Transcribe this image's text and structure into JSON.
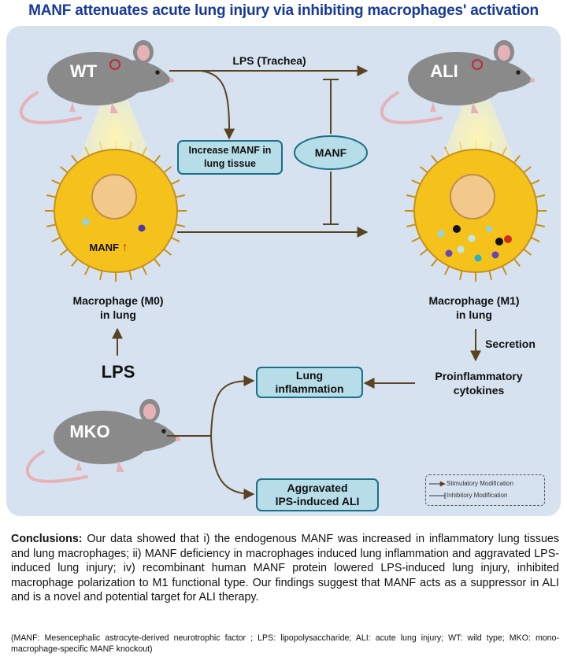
{
  "title": "MANF attenuates acute lung injury via inhibiting macrophages' activation",
  "nodes": {
    "wt_label": "WT",
    "ali_label": "ALI",
    "mko_label": "MKO",
    "lps_trachea": "LPS (Trachea)",
    "increase_manf": "Increase MANF in lung tissue",
    "manf_oval": "MANF",
    "manf_up": "MANF",
    "manf_up_arrow": "↑",
    "m0_line1": "Macrophage (M0)",
    "m0_line2": "in lung",
    "m1_line1": "Macrophage (M1)",
    "m1_line2": "in lung",
    "lps": "LPS",
    "secretion": "Secretion",
    "cytokines_line1": "Proinflammatory",
    "cytokines_line2": "cytokines",
    "lung_inflammation_line1": "Lung",
    "lung_inflammation_line2": "inflammation",
    "aggravated_line1": "Aggravated",
    "aggravated_line2": "lPS-induced ALI"
  },
  "legend": {
    "stimulatory": "Stimulatory Modification",
    "inhibitory": "Inhibitory Modification"
  },
  "conclusion": {
    "lead": "Conclusions:",
    "text": " Our data showed that i) the endogenous MANF was increased in inflammatory lung tissues and lung macrophages; ii) MANF deficiency in macrophages induced lung inflammation and aggravated LPS-induced lung injury; iv) recombinant human MANF protein lowered LPS-induced lung injury, inhibited macrophage polarization to M1 functional type. Our findings suggest that MANF acts as a suppressor in ALI and is a novel and potential target for ALI therapy.",
    "footnote": "(MANF: Mesencephalic astrocyte-derived neurotrophic factor ; LPS: lipopolysaccharide; ALI: acute lung injury; WT: wild type; MKO: mono-macrophage-specific MANF knockout)"
  },
  "colors": {
    "title": "#17399a",
    "panel": "#d6e2ef",
    "box_fill": "#b7dde8",
    "box_border": "#1b6f86",
    "arrow": "#5a4320",
    "macrophage": "#f5c21c",
    "nucleus": "#f2c98a",
    "mouse": "#8a8a8a",
    "highlight": "#fff6b0"
  },
  "icons": {
    "mouse": "mouse-icon",
    "macrophage": "macrophage-cell-icon",
    "arrow": "stimulatory-arrow",
    "inhibit": "inhibitory-bar"
  }
}
